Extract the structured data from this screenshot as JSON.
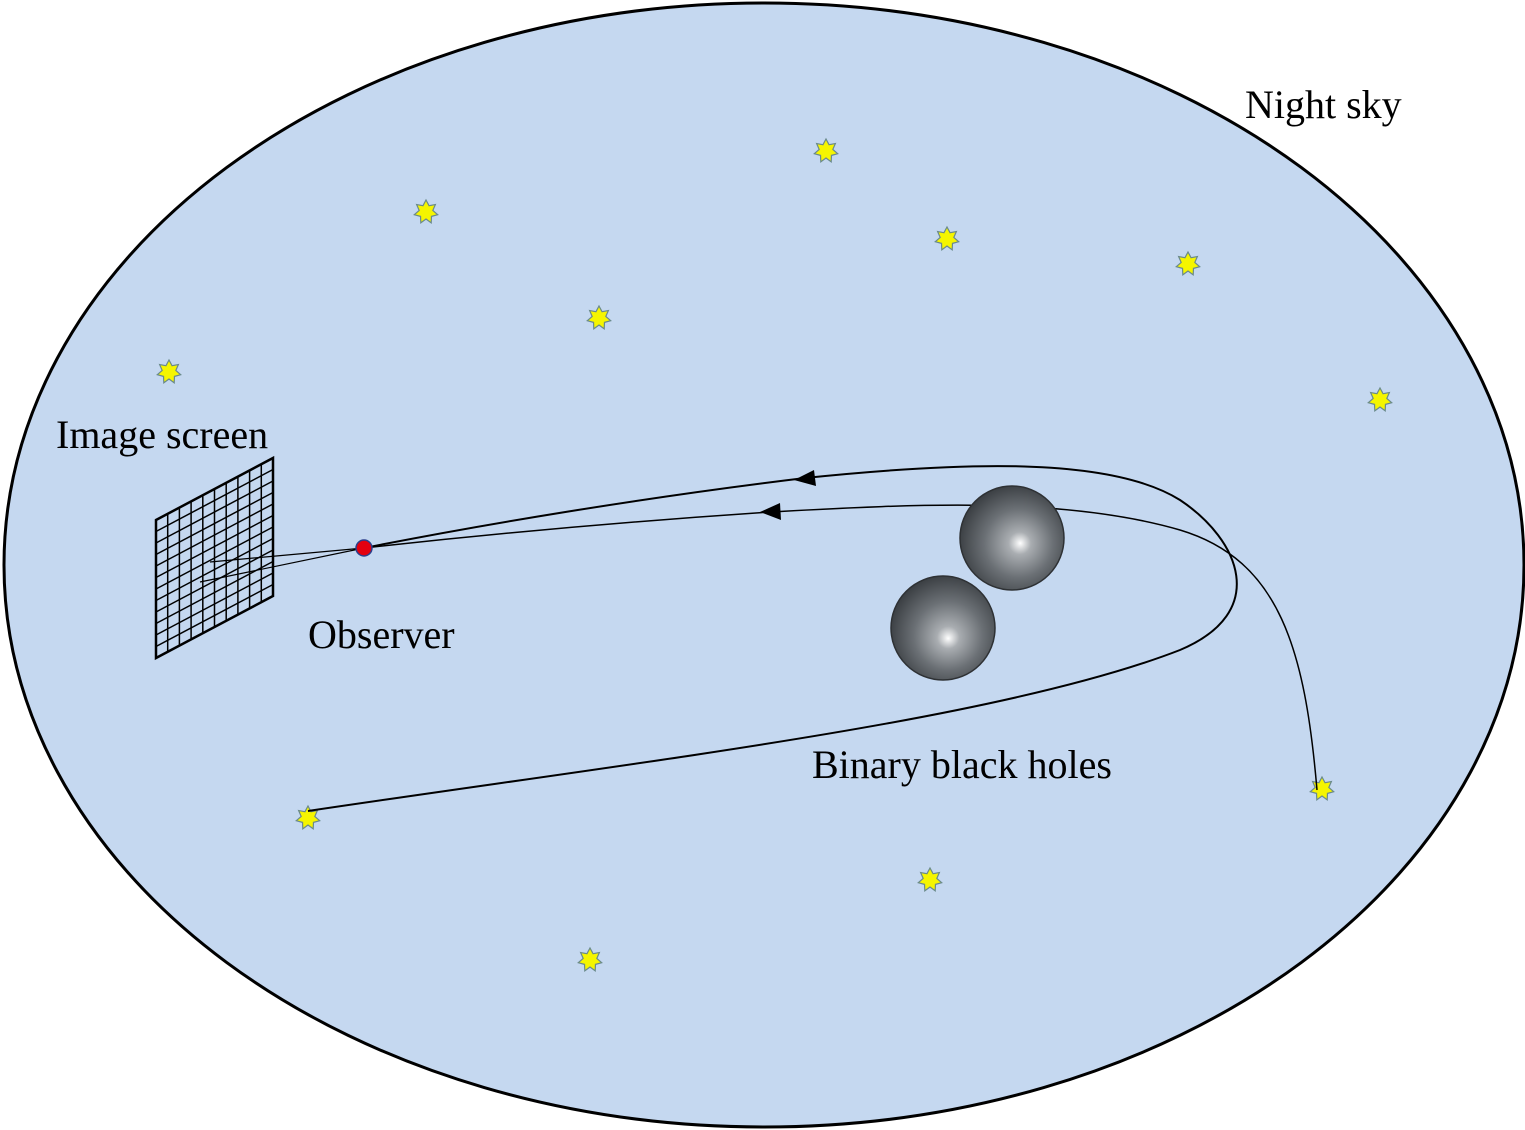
{
  "labels": {
    "night_sky": "Night sky",
    "image_screen": "Image screen",
    "observer": "Observer",
    "binary_black_holes": "Binary black holes"
  },
  "colors": {
    "sky_fill": "#c5d8f0",
    "outline": "#000000",
    "star_fill": "#f5f500",
    "star_stroke": "#6a8a8a",
    "observer_fill": "#e3000f",
    "observer_stroke": "#2b3f8c",
    "black_hole_dark": "#3f4347",
    "black_hole_light": "#ffffff"
  },
  "icons": {
    "star": "star-icon",
    "observer": "observer-dot-icon",
    "black_hole": "black-hole-sphere-icon",
    "screen": "grid-screen-icon",
    "ray_arrow": "arrowhead-icon"
  }
}
